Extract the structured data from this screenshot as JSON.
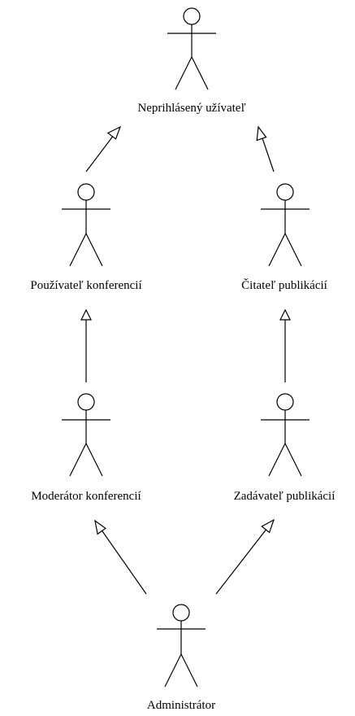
{
  "diagram": {
    "title": "",
    "actors": {
      "unregistered": {
        "label": "Neprihlásený užívateľ"
      },
      "conference_user": {
        "label": "Používateľ konferencií"
      },
      "publication_reader": {
        "label": "Čitateľ publikácií"
      },
      "conference_moderator": {
        "label": "Moderátor konferencií"
      },
      "publication_submitter": {
        "label": "Zadávateľ publikácií"
      },
      "administrator": {
        "label": "Administrátor"
      }
    },
    "generalizations": [
      {
        "from": "conference_user",
        "to": "unregistered"
      },
      {
        "from": "publication_reader",
        "to": "unregistered"
      },
      {
        "from": "conference_moderator",
        "to": "conference_user"
      },
      {
        "from": "publication_submitter",
        "to": "publication_reader"
      },
      {
        "from": "administrator",
        "to": "conference_moderator"
      },
      {
        "from": "administrator",
        "to": "publication_submitter"
      }
    ]
  }
}
